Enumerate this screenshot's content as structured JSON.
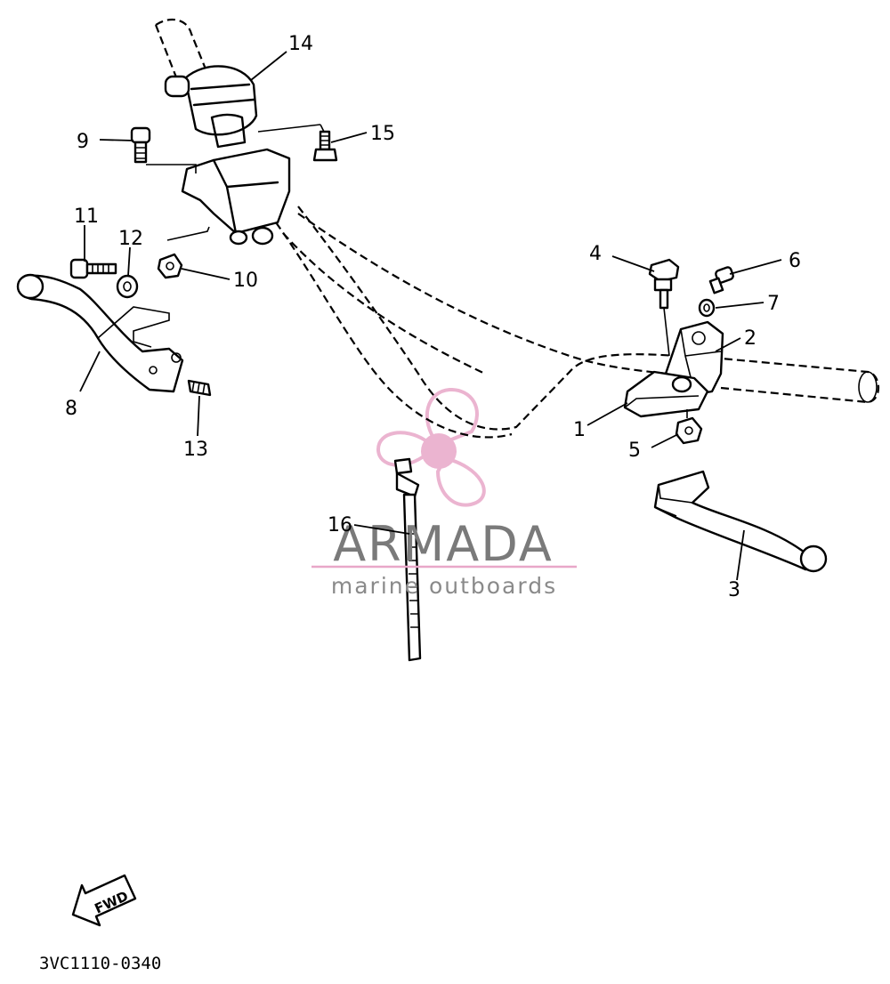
{
  "diagram": {
    "callouts": [
      {
        "id": "1",
        "label": "1"
      },
      {
        "id": "2",
        "label": "2"
      },
      {
        "id": "3",
        "label": "3"
      },
      {
        "id": "4",
        "label": "4"
      },
      {
        "id": "5",
        "label": "5"
      },
      {
        "id": "6",
        "label": "6"
      },
      {
        "id": "7",
        "label": "7"
      },
      {
        "id": "8",
        "label": "8"
      },
      {
        "id": "9",
        "label": "9"
      },
      {
        "id": "10",
        "label": "10"
      },
      {
        "id": "11",
        "label": "11"
      },
      {
        "id": "12",
        "label": "12"
      },
      {
        "id": "13",
        "label": "13"
      },
      {
        "id": "14",
        "label": "14"
      },
      {
        "id": "15",
        "label": "15"
      },
      {
        "id": "16",
        "label": "16"
      }
    ],
    "fwd_label": "FWD",
    "drawing_code": "3VC1110-0340"
  },
  "watermark": {
    "brand": "ARMADA",
    "tagline": "marine outboards",
    "accent_color": "#e8a7c8",
    "text_color": "#7a7a7a"
  }
}
